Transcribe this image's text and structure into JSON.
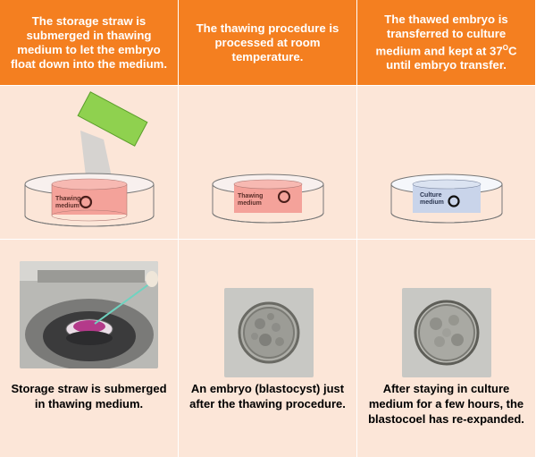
{
  "headers": {
    "col1": "The storage straw is submerged in thawing medium to let the embryo float down into the medium.",
    "col2": "The thawing procedure is processed at room temperature.",
    "col3_prefix": "The thawed embryo is transferred to culture medium and kept at  37",
    "col3_sup": "O",
    "col3_unit": "C",
    "col3_suffix": " until embryo transfer."
  },
  "dish_labels": {
    "thawing_line1": "Thawing",
    "thawing_line2": "medium",
    "culture_line1": "Culture",
    "culture_line2": "medium"
  },
  "captions": {
    "col1": "Storage straw is submerged in thawing medium.",
    "col2": "An embryo (blastocyst) just after the thawing procedure.",
    "col3": "After staying in culture medium for a few hours, the blastocoel has re-expanded."
  },
  "colors": {
    "header_bg": "#f47f20",
    "panel_bg": "#fce6d8",
    "straw": "#8fd14f",
    "thawing_medium": "#f4a29a",
    "culture_medium": "#c9d4ea"
  },
  "icons": [
    "petri-dish",
    "storage-straw",
    "embryo",
    "microscope-photo",
    "blastocyst-photo"
  ]
}
